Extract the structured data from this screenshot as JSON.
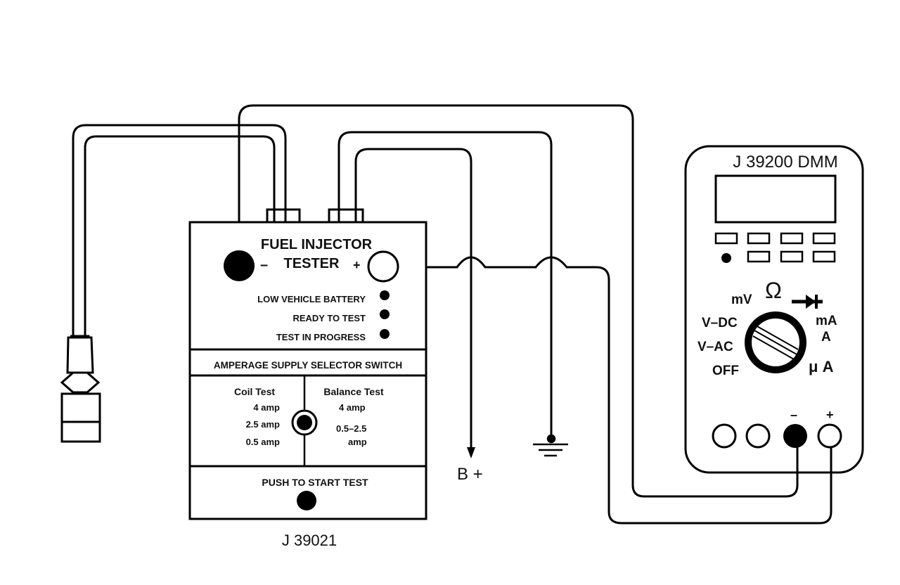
{
  "tester": {
    "title_line1": "FUEL INJECTOR",
    "title_line2": "TESTER",
    "minus": "–",
    "plus": "+",
    "indicators": [
      "LOW VEHICLE BATTERY",
      "READY TO TEST",
      "TEST IN PROGRESS"
    ],
    "selector_heading": "AMPERAGE SUPPLY SELECTOR SWITCH",
    "coil_title": "Coil Test",
    "coil_options": [
      "4 amp",
      "2.5 amp",
      "0.5 amp"
    ],
    "balance_title": "Balance Test",
    "balance_option1": "4 amp",
    "balance_option2_line1": "0.5–2.5",
    "balance_option2_line2": "amp",
    "push_label": "PUSH TO START TEST",
    "model": "J 39021"
  },
  "battery_label": "B +",
  "dmm": {
    "title": "J 39200 DMM",
    "mv": "mV",
    "ohm": "Ω",
    "vdc": "V–DC",
    "vac": "V–AC",
    "off": "OFF",
    "ma": "mA",
    "a": "A",
    "ua": "μ A",
    "minus": "–",
    "plus": "+"
  }
}
